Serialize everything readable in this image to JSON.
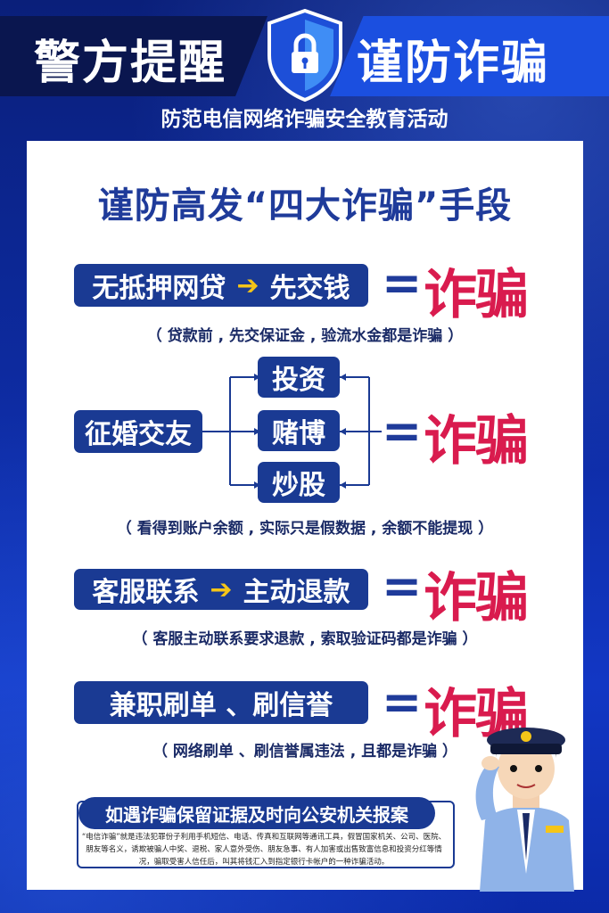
{
  "header": {
    "left_title": "警方提醒",
    "right_title": "谨防诈骗",
    "subtitle": "防范电信网络诈骗安全教育活动"
  },
  "card": {
    "main_title": "谨防高发“四大诈骗”手段",
    "row1": {
      "left": "无抵押网贷",
      "right": "先交钱",
      "result": "诈骗",
      "note": "（ 贷款前 , 先交保证金 , 验流水金都是诈骗 ）"
    },
    "row2": {
      "left": "征婚交友",
      "options": [
        "投资",
        "赌博",
        "炒股"
      ],
      "result": "诈骗",
      "note": "（ 看得到账户余额 , 实际只是假数据 , 余额不能提现 ）"
    },
    "row3": {
      "left": "客服联系",
      "right": "主动退款",
      "result": "诈骗",
      "note": "（ 客服主动联系要求退款 , 索取验证码都是诈骗 ）"
    },
    "row4": {
      "left": "兼职刷单 、刷信誉",
      "result": "诈骗",
      "note": "（ 网络刷单 、刷信誉属违法 , 且都是诈骗 ）"
    },
    "equals": "=",
    "report_title": "如遇诈骗保留证据及时向公安机关报案",
    "report_text": "“电信诈骗”就是违法犯罪份子利用手机短信、电话、传真和互联网等通讯工具，假冒国家机关、公司、医院、朋友等名义，诱欺被骗人中奖、退税、家人意外受伤、朋友急事、有人加害或出售致富信息和投资分红等情况，骗取受害人信任后，叫其将钱汇入到指定银行卡帐户的一种诈骗活动。"
  },
  "colors": {
    "navy": "#1a3a93",
    "red": "#d91b4e",
    "arrow": "#f5c518"
  }
}
